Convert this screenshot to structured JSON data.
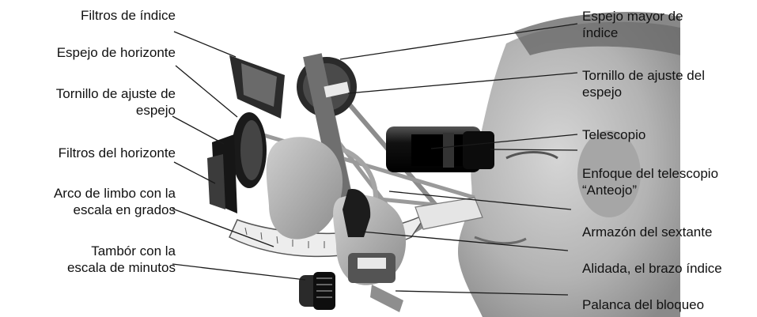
{
  "labels": {
    "filtros_indice": "Filtros de índice",
    "espejo_horizonte": "Espejo de horizonte",
    "tornillo_ajuste_espejo": [
      "Tornillo de ajuste de",
      "espejo"
    ],
    "filtros_horizonte": "Filtros del horizonte",
    "arco_limbo": [
      "Arco de limbo con la",
      "escala en grados"
    ],
    "tambor": [
      "Tambór con la",
      "escala de minutos"
    ],
    "espejo_mayor": [
      "Espejo mayor de",
      "índice"
    ],
    "tornillo_ajuste_del_espejo": [
      "Tornillo de ajuste del",
      "espejo"
    ],
    "telescopio": "Telescopio",
    "enfoque": [
      "Enfoque del telescopio",
      "“Anteojo”"
    ],
    "armazon": "Armazón del sextante",
    "alidada": "Alidada, el brazo índice",
    "palanca": "Palanca del bloqueo"
  },
  "colors": {
    "line": "#1a1a1a",
    "skin": "#b9b9b9",
    "metal_dark": "#1c1c1c",
    "metal_mid": "#6e6e6e",
    "frame": "#9c9c9c"
  }
}
